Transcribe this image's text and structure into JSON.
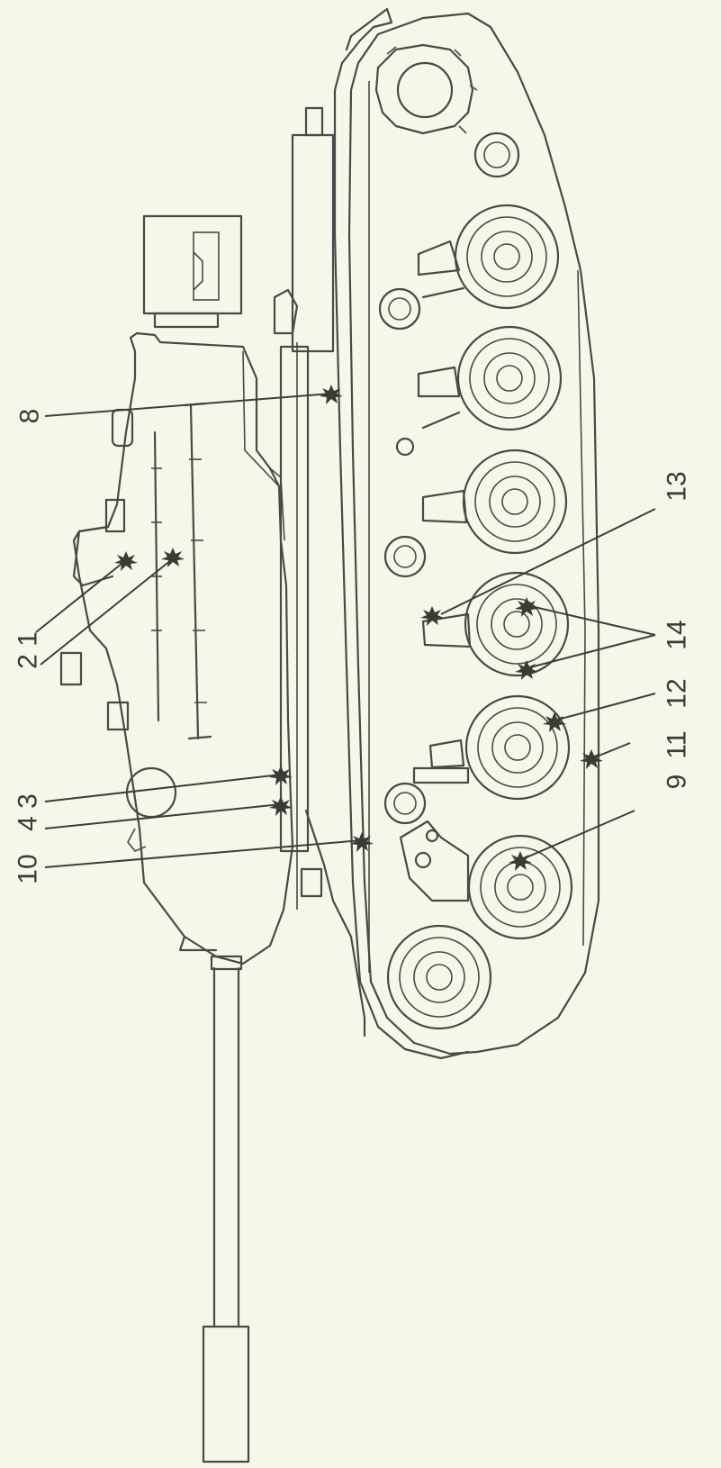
{
  "diagram": {
    "subject": "tank-side-view-lubrication-points",
    "callouts": [
      {
        "id": "c8",
        "text": "8"
      },
      {
        "id": "c13",
        "text": "13"
      },
      {
        "id": "c2_1",
        "text": "2 1"
      },
      {
        "id": "c14",
        "text": "14"
      },
      {
        "id": "c12",
        "text": "12"
      },
      {
        "id": "c11",
        "text": "11"
      },
      {
        "id": "c9",
        "text": "9"
      },
      {
        "id": "c4_3",
        "text": "4 3"
      },
      {
        "id": "c10",
        "text": "10"
      }
    ],
    "colors": {
      "paper": "#f7f6ea",
      "ink": "#4a4a44"
    }
  }
}
